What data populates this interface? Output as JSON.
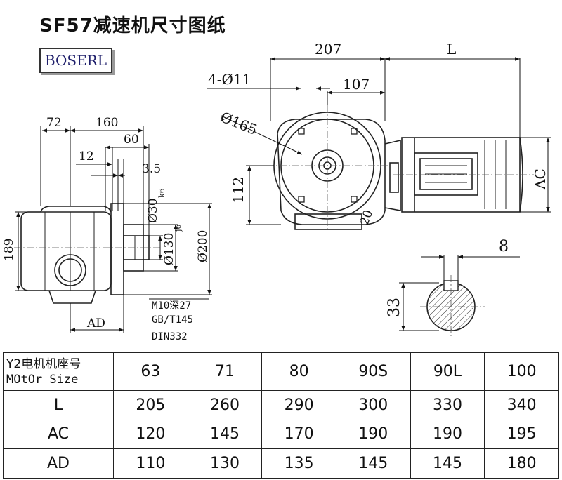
{
  "title": "SF57减速机尺寸图纸",
  "logo": "BOSERL",
  "dimensions": {
    "d207": "207",
    "dL": "L",
    "d4x11": "4-Ø11",
    "d107": "107",
    "d165": "Ø165",
    "d112": "112",
    "dAC": "AC",
    "d20": "20",
    "d8": "8",
    "d33": "33",
    "d72": "72",
    "d160": "160",
    "d60": "60",
    "d12": "12",
    "d3_5": "3.5",
    "d189": "189",
    "dAD": "AD",
    "d30": "Ø30",
    "d30tol": "k6",
    "d130": "Ø130",
    "d130tol": "j6",
    "d200": "Ø200"
  },
  "notes": {
    "thread": "M10深27",
    "std1": "GB/T145",
    "std2": "DIN332"
  },
  "table": {
    "header_line1": "Y2电机机座号",
    "header_line2": "MOtOr Size",
    "sizes": [
      "63",
      "71",
      "80",
      "90S",
      "90L",
      "100"
    ],
    "rows": [
      {
        "label": "L",
        "values": [
          "205",
          "260",
          "290",
          "300",
          "330",
          "340"
        ]
      },
      {
        "label": "AC",
        "values": [
          "120",
          "145",
          "170",
          "190",
          "190",
          "195"
        ]
      },
      {
        "label": "AD",
        "values": [
          "110",
          "130",
          "135",
          "145",
          "145",
          "180"
        ]
      }
    ]
  }
}
